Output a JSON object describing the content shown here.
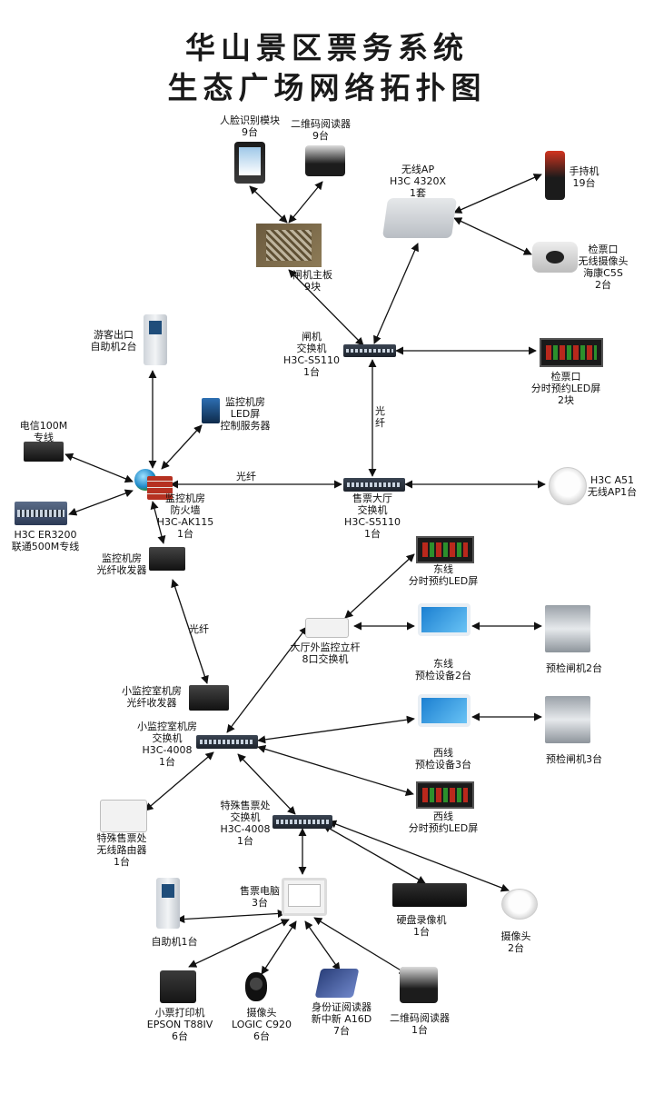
{
  "title": {
    "line1": "华山景区票务系统",
    "line2": "生态广场网络拓扑图"
  },
  "nodes": {
    "face_module": {
      "lines": [
        "人脸识别模块",
        "9台"
      ]
    },
    "qr_reader_gate": {
      "lines": [
        "二维码阅读器",
        "9台"
      ]
    },
    "gate_board": {
      "lines": [
        "闸机主板",
        "9块"
      ]
    },
    "wireless_ap": {
      "lines": [
        "无线AP",
        "H3C 4320X",
        "1套"
      ]
    },
    "handheld": {
      "lines": [
        "手持机",
        "19台"
      ]
    },
    "checkpoint_cam": {
      "lines": [
        "检票口",
        "无线摄像头",
        "海康C5S",
        "2台"
      ]
    },
    "gate_switch": {
      "lines": [
        "闸机",
        "交换机",
        "H3C-S5110",
        "1台"
      ]
    },
    "checkpoint_led": {
      "lines": [
        "检票口",
        "分时预约LED屏",
        "2块"
      ]
    },
    "exit_kiosk": {
      "lines": [
        "游客出口",
        "自助机2台"
      ]
    },
    "monitor_led": {
      "lines": [
        "监控机房",
        "LED屏",
        "控制服务器"
      ]
    },
    "telecom": {
      "lines": [
        "电信100M",
        "专线"
      ]
    },
    "firewall": {
      "lines": [
        "监控机房",
        "防火墙",
        "H3C-AK115",
        "1台"
      ]
    },
    "hall_switch": {
      "lines": [
        "售票大厅",
        "交换机",
        "H3C-S5110",
        "1台"
      ]
    },
    "ap_a51": {
      "lines": [
        "H3C A51",
        "无线AP1台"
      ]
    },
    "er3200": {
      "lines": [
        "H3C ER3200",
        "联通500M专线"
      ]
    },
    "monitor_transceiver": {
      "lines": [
        "监控机房",
        "光纤收发器"
      ]
    },
    "east_led": {
      "lines": [
        "东线",
        "分时预约LED屏"
      ]
    },
    "outdoor_switch": {
      "lines": [
        "大厅外监控立杆",
        "8口交换机"
      ]
    },
    "east_precheck": {
      "lines": [
        "东线",
        "预检设备2台"
      ]
    },
    "precheck_gate2": {
      "lines": [
        "预检闸机2台"
      ]
    },
    "small_transceiver": {
      "lines": [
        "小监控室机房",
        "光纤收发器"
      ]
    },
    "small_switch": {
      "lines": [
        "小监控室机房",
        "交换机",
        "H3C-4008",
        "1台"
      ]
    },
    "west_precheck": {
      "lines": [
        "西线",
        "预检设备3台"
      ]
    },
    "precheck_gate3": {
      "lines": [
        "预检闸机3台"
      ]
    },
    "west_led": {
      "lines": [
        "西线",
        "分时预约LED屏"
      ]
    },
    "special_router": {
      "lines": [
        "特殊售票处",
        "无线路由器",
        "1台"
      ]
    },
    "special_switch": {
      "lines": [
        "特殊售票处",
        "交换机",
        "H3C-4008",
        "1台"
      ]
    },
    "ticket_pc": {
      "lines": [
        "售票电脑",
        "3台"
      ]
    },
    "kiosk1": {
      "lines": [
        "自助机1台"
      ]
    },
    "dvr": {
      "lines": [
        "硬盘录像机",
        "1台"
      ]
    },
    "camera2": {
      "lines": [
        "摄像头",
        "2台"
      ]
    },
    "printer": {
      "lines": [
        "小票打印机",
        "EPSON T88IV",
        "6台"
      ]
    },
    "webcam": {
      "lines": [
        "摄像头",
        "LOGIC C920",
        "6台"
      ]
    },
    "id_reader": {
      "lines": [
        "身份证阅读器",
        "新中新 A16D",
        "7台"
      ]
    },
    "qr_reader_pc": {
      "lines": [
        "二维码阅读器",
        "1台"
      ]
    }
  },
  "fiber_labels": {
    "gate_hall": "光\n纤",
    "firewall_hall": "光纤",
    "transceivers": "光纤"
  }
}
